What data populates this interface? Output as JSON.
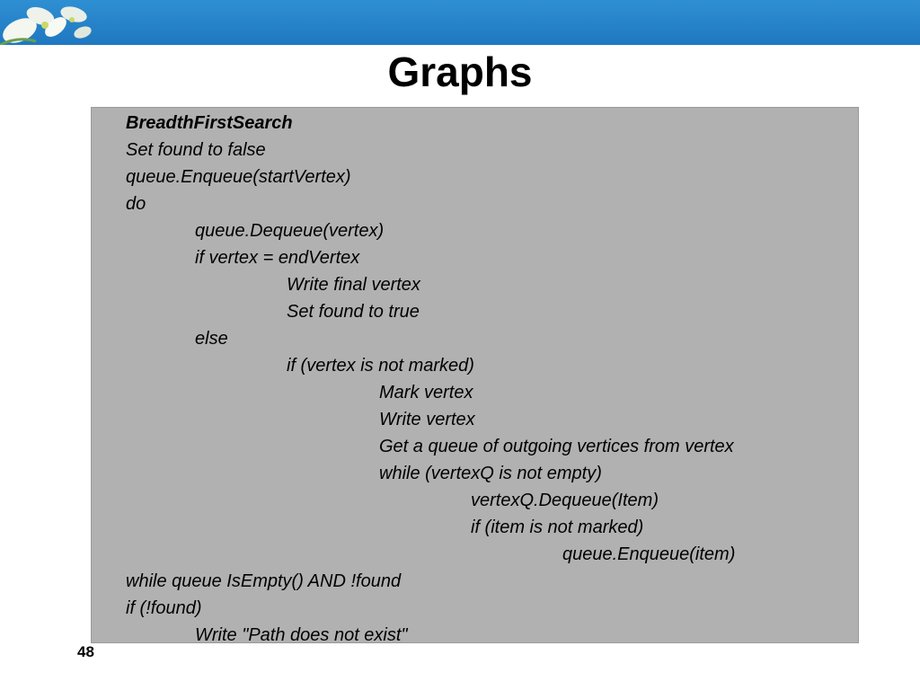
{
  "slide": {
    "title": "Graphs",
    "page_number": "48",
    "code_lines": [
      "BreadthFirstSearch",
      "Set found to false",
      "queue.Enqueue(startVertex)",
      "do",
      "queue.Dequeue(vertex)",
      "if vertex = endVertex",
      "Write final vertex",
      "Set found to true",
      "else",
      "if (vertex is not marked)",
      "Mark vertex",
      "Write vertex",
      "Get a queue of outgoing vertices from vertex",
      "while (vertexQ is not empty)",
      "vertexQ.Dequeue(Item)",
      "if (item is not marked)",
      "queue.Enqueue(item)",
      "while queue IsEmpty() AND !found",
      "if (!found)",
      "Write \"Path does not exist\""
    ]
  },
  "colors": {
    "banner": "#2f8fd3",
    "code_background": "#b1b1b1"
  }
}
